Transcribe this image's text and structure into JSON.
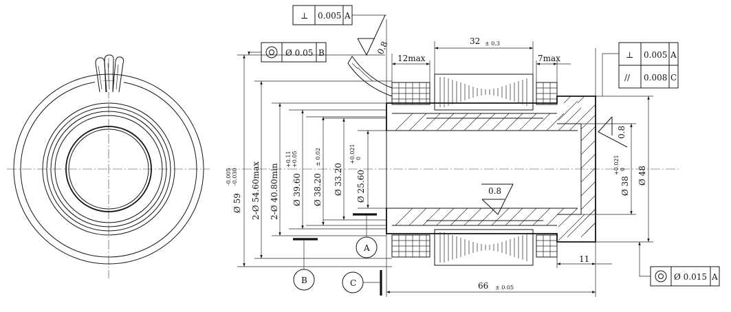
{
  "dims": {
    "d59": "Ø 59",
    "d59_tol_upper": "-0.005",
    "d59_tol_lower": "-0.030",
    "d54": "2-Ø 54.60max",
    "d40": "2-Ø 40.80min",
    "d39": "Ø 39.60",
    "d39_tol_upper": "+0.11",
    "d39_tol_lower": "+0.05",
    "d38_2": "Ø 38.20",
    "d38_2_tol": "± 0.02",
    "d33": "Ø 33.20",
    "d25": "Ø 25.60",
    "d25_tol_upper": "+0.021",
    "d25_tol_lower": "0",
    "d38": "Ø 38",
    "d38_tol_upper": "+0.021",
    "d38_tol_lower": "0",
    "d48": "Ø 48",
    "len32": "32",
    "len32_tol": "± 0.3",
    "len12": "12max",
    "len7": "7max",
    "len66": "66",
    "len66_tol": "± 0.05",
    "len11": "11"
  },
  "roughness": {
    "r1": "0.8",
    "r2": "0.8",
    "r3": "0.8"
  },
  "tolerance_frames": {
    "perp_top": {
      "symbol": "⊥",
      "value": "0.005",
      "datum": "A"
    },
    "concentric_left": {
      "symbol": "◎",
      "value": "Ø 0.05",
      "datum": "B"
    },
    "perp_right": {
      "symbol": "⊥",
      "value": "0.005",
      "datum": "A"
    },
    "parallel_right": {
      "symbol": "//",
      "value": "0.008",
      "datum": "C"
    },
    "concentric_bottom": {
      "symbol": "◎",
      "value": "Ø 0.015",
      "datum": "A"
    }
  },
  "datums": {
    "a": "A",
    "b": "B",
    "c": "C"
  }
}
